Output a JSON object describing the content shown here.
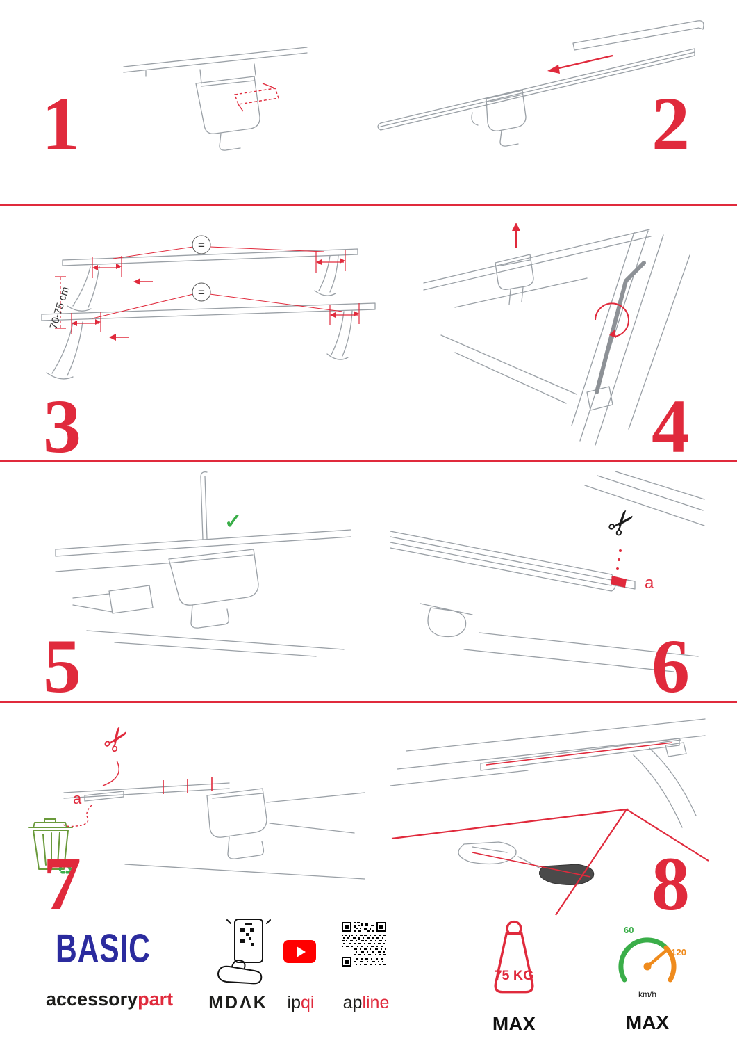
{
  "page": {
    "background": "#ffffff",
    "accent_red": "#e02a3c",
    "drawing_gray": "#9aa0a6",
    "brand_blue": "#2b2b9e",
    "green": "#3aae49",
    "orange": "#ef8b1d"
  },
  "steps": {
    "s1": {
      "number": "1"
    },
    "s2": {
      "number": "2"
    },
    "s3": {
      "number": "3",
      "dimension_label": "70-75 cm",
      "equal_symbol": "="
    },
    "s4": {
      "number": "4"
    },
    "s5": {
      "number": "5"
    },
    "s6": {
      "number": "6",
      "cut_label": "a"
    },
    "s7": {
      "number": "7",
      "cut_label": "a"
    },
    "s8": {
      "number": "8"
    }
  },
  "icons": {
    "scissors": "✂",
    "checkmark": "✓",
    "recycle": "♻"
  },
  "footer": {
    "brand_title": "BASIC",
    "brand_subtitle_left": "accessory",
    "brand_subtitle_right": "part",
    "logo_mdak": "MDΛK",
    "logo_ipqi_left": "ip",
    "logo_ipqi_right": "qi",
    "logo_apline_left": "ap",
    "logo_apline_right": "line",
    "weight_limit": "75 KG",
    "weight_max_label": "MAX",
    "speed_tick_low": "60",
    "speed_tick_high": "120",
    "speed_unit": "km/h",
    "speed_max_label": "MAX"
  }
}
